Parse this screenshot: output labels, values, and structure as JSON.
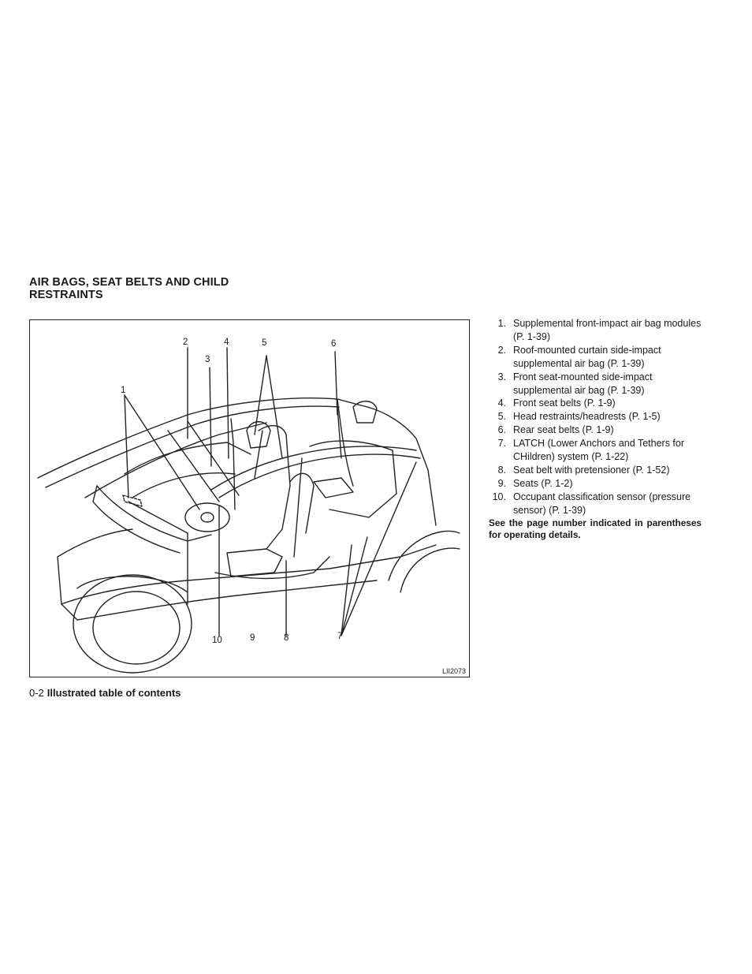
{
  "section": {
    "title_line1": "AIR BAGS, SEAT BELTS AND CHILD",
    "title_line2": "RESTRAINTS"
  },
  "figure": {
    "id": "LII2073",
    "callouts": [
      "1",
      "2",
      "3",
      "4",
      "5",
      "6",
      "7",
      "8",
      "9",
      "10"
    ]
  },
  "legend": [
    {
      "num": "1.",
      "text": "Supplemental front-impact air bag modules (P. 1-39)"
    },
    {
      "num": "2.",
      "text": "Roof-mounted curtain side-impact supplemental air bag (P. 1-39)"
    },
    {
      "num": "3.",
      "text": "Front seat-mounted side-impact supplemental air bag (P. 1-39)"
    },
    {
      "num": "4.",
      "text": "Front seat belts (P. 1-9)"
    },
    {
      "num": "5.",
      "text": "Head restraints/headrests (P. 1-5)"
    },
    {
      "num": "6.",
      "text": "Rear seat belts (P. 1-9)"
    },
    {
      "num": "7.",
      "text": "LATCH (Lower Anchors and Tethers for CHildren) system (P. 1-22)"
    },
    {
      "num": "8.",
      "text": "Seat belt with pretensioner (P. 1-52)"
    },
    {
      "num": "9.",
      "text": "Seats (P. 1-2)"
    },
    {
      "num": "10.",
      "text": "Occupant classification sensor (pressure sensor) (P. 1-39)"
    }
  ],
  "note": "See the page number indicated in parentheses for operating details.",
  "footer": {
    "page": "0-2",
    "label": "Illustrated table of contents"
  }
}
